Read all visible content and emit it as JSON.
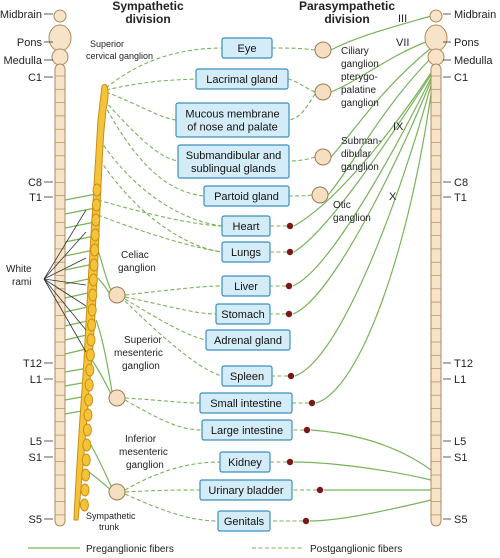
{
  "headers": {
    "sympathetic": [
      "Sympathetic",
      "division"
    ],
    "parasympathetic": [
      "Parasympathetic",
      "division"
    ]
  },
  "levels_left": [
    "Midbrain",
    "Pons",
    "Medulla",
    "C1",
    "C8",
    "T1",
    "T12",
    "L1",
    "L5",
    "S1",
    "S5"
  ],
  "levels_right": [
    "Midbrain",
    "Pons",
    "Medulla",
    "C1",
    "C8",
    "T1",
    "T12",
    "L1",
    "L5",
    "S1",
    "S5"
  ],
  "cranial_nerves": [
    "III",
    "VII",
    "IX",
    "X"
  ],
  "sympathetic_ganglia": {
    "superior_cervical": [
      "Superior",
      "cervical ganglion"
    ],
    "celiac": [
      "Celiac",
      "ganglion"
    ],
    "superior_mesenteric": [
      "Superior",
      "mesenteric",
      "ganglion"
    ],
    "inferior_mesenteric": [
      "Inferior",
      "mesenteric",
      "ganglion"
    ],
    "trunk": [
      "Sympathetic",
      "trunk"
    ],
    "white_rami": [
      "White",
      "rami"
    ]
  },
  "parasympathetic_ganglia": {
    "ciliary": [
      "Ciliary",
      "ganglion"
    ],
    "pterygopalatine": [
      "pterygo-",
      "palatine",
      "ganglion"
    ],
    "submandibular": [
      "Subman-",
      "dibular",
      "ganglion"
    ],
    "otic": [
      "Otic",
      "ganglion"
    ]
  },
  "organs": [
    [
      "Eye"
    ],
    [
      "Lacrimal gland"
    ],
    [
      "Mucous membrane",
      "of nose and palate"
    ],
    [
      "Submandibular and",
      "sublingual glands"
    ],
    [
      "Partoid gland"
    ],
    [
      "Heart"
    ],
    [
      "Lungs"
    ],
    [
      "Liver"
    ],
    [
      "Stomach"
    ],
    [
      "Adrenal gland"
    ],
    [
      "Spleen"
    ],
    [
      "Small intestine"
    ],
    [
      "Large intestine"
    ],
    [
      "Kidney"
    ],
    [
      "Urinary bladder"
    ],
    [
      "Genitals"
    ]
  ],
  "legend": {
    "preganglionic": "Preganglionic fibers",
    "postganglionic": "Postganglionic fibers"
  },
  "colors": {
    "fiber": "#78b35a",
    "organ_fill": "#d4ecf7",
    "organ_border": "#3b8fc0",
    "trunk": "#f5c33a",
    "cord": "#f6e3c8",
    "terminal_ganglion": "#7a1717"
  }
}
